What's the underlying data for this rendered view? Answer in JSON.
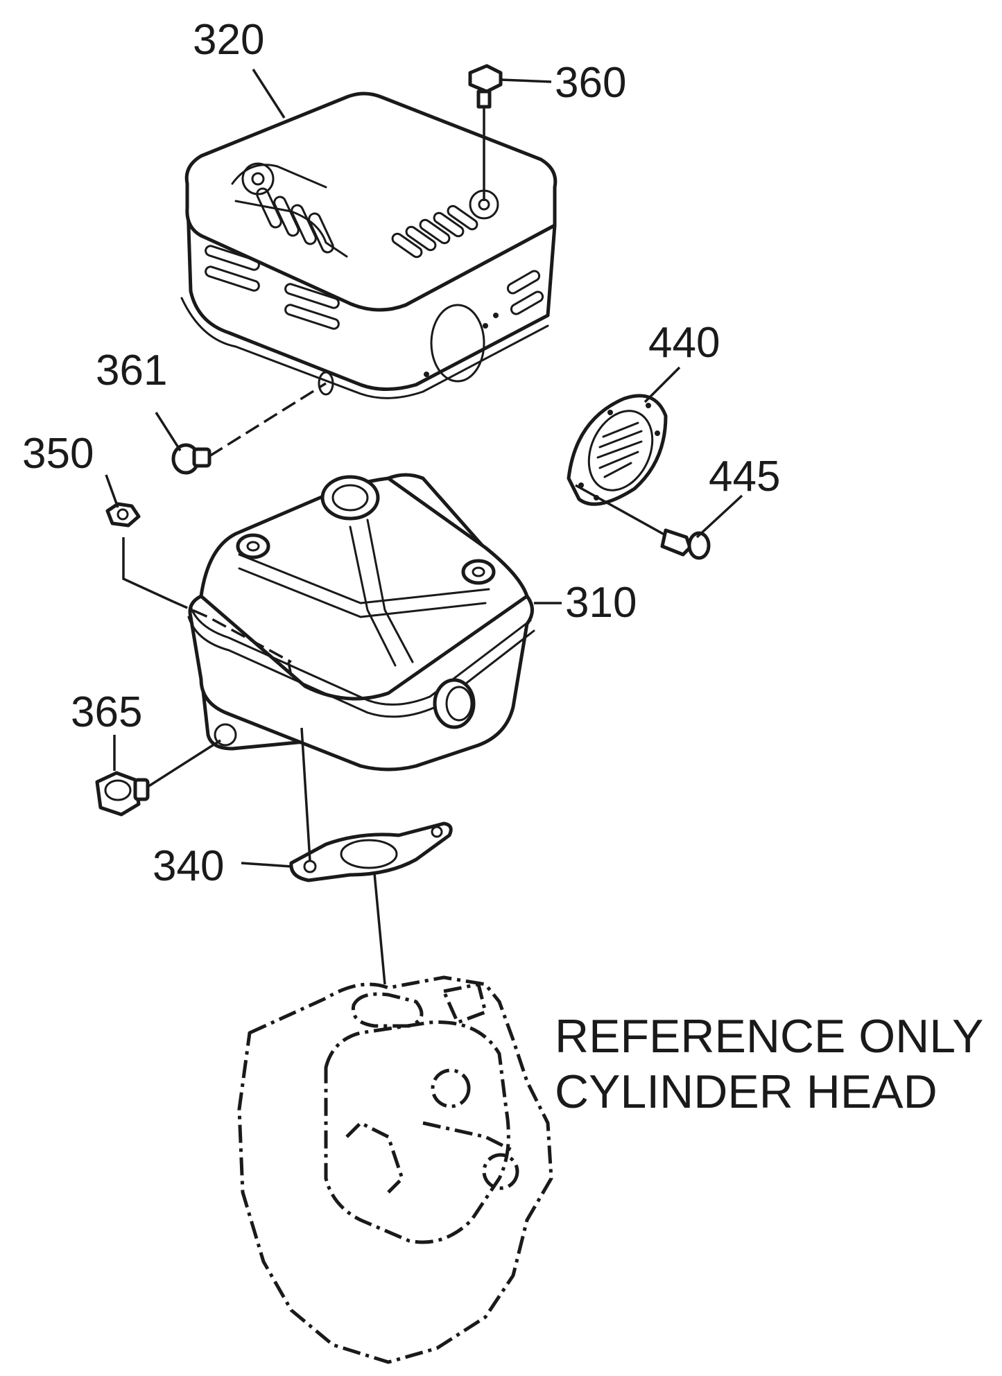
{
  "callouts": {
    "p320": "320",
    "p360": "360",
    "p361": "361",
    "p440": "440",
    "p350": "350",
    "p445": "445",
    "p310": "310",
    "p365": "365",
    "p340": "340"
  },
  "reference_note": {
    "line1": "REFERENCE ONLY",
    "line2": "CYLINDER HEAD"
  }
}
